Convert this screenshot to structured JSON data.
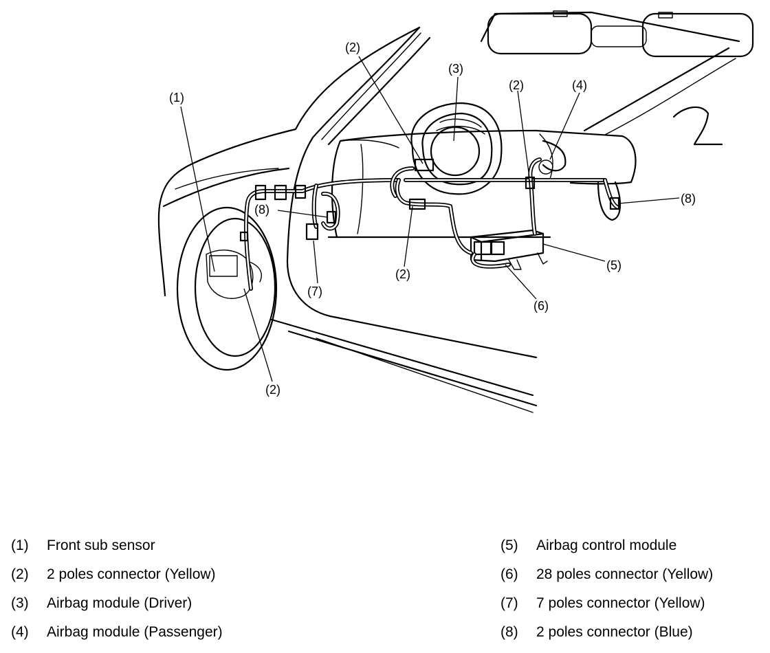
{
  "callouts": {
    "c1": "(1)",
    "c2a": "(2)",
    "c2b": "(2)",
    "c2c": "(2)",
    "c2d": "(2)",
    "c3": "(3)",
    "c4": "(4)",
    "c5": "(5)",
    "c6": "(6)",
    "c7": "(7)",
    "c8a": "(8)",
    "c8b": "(8)"
  },
  "legend": {
    "left": [
      {
        "num": "(1)",
        "label": "Front sub sensor"
      },
      {
        "num": "(2)",
        "label": "2 poles connector (Yellow)"
      },
      {
        "num": "(3)",
        "label": "Airbag module (Driver)"
      },
      {
        "num": "(4)",
        "label": "Airbag module (Passenger)"
      }
    ],
    "right": [
      {
        "num": "(5)",
        "label": "Airbag control module"
      },
      {
        "num": "(6)",
        "label": "28 poles connector (Yellow)"
      },
      {
        "num": "(7)",
        "label": "7 poles connector (Yellow)"
      },
      {
        "num": "(8)",
        "label": "2 poles connector (Blue)"
      }
    ]
  }
}
